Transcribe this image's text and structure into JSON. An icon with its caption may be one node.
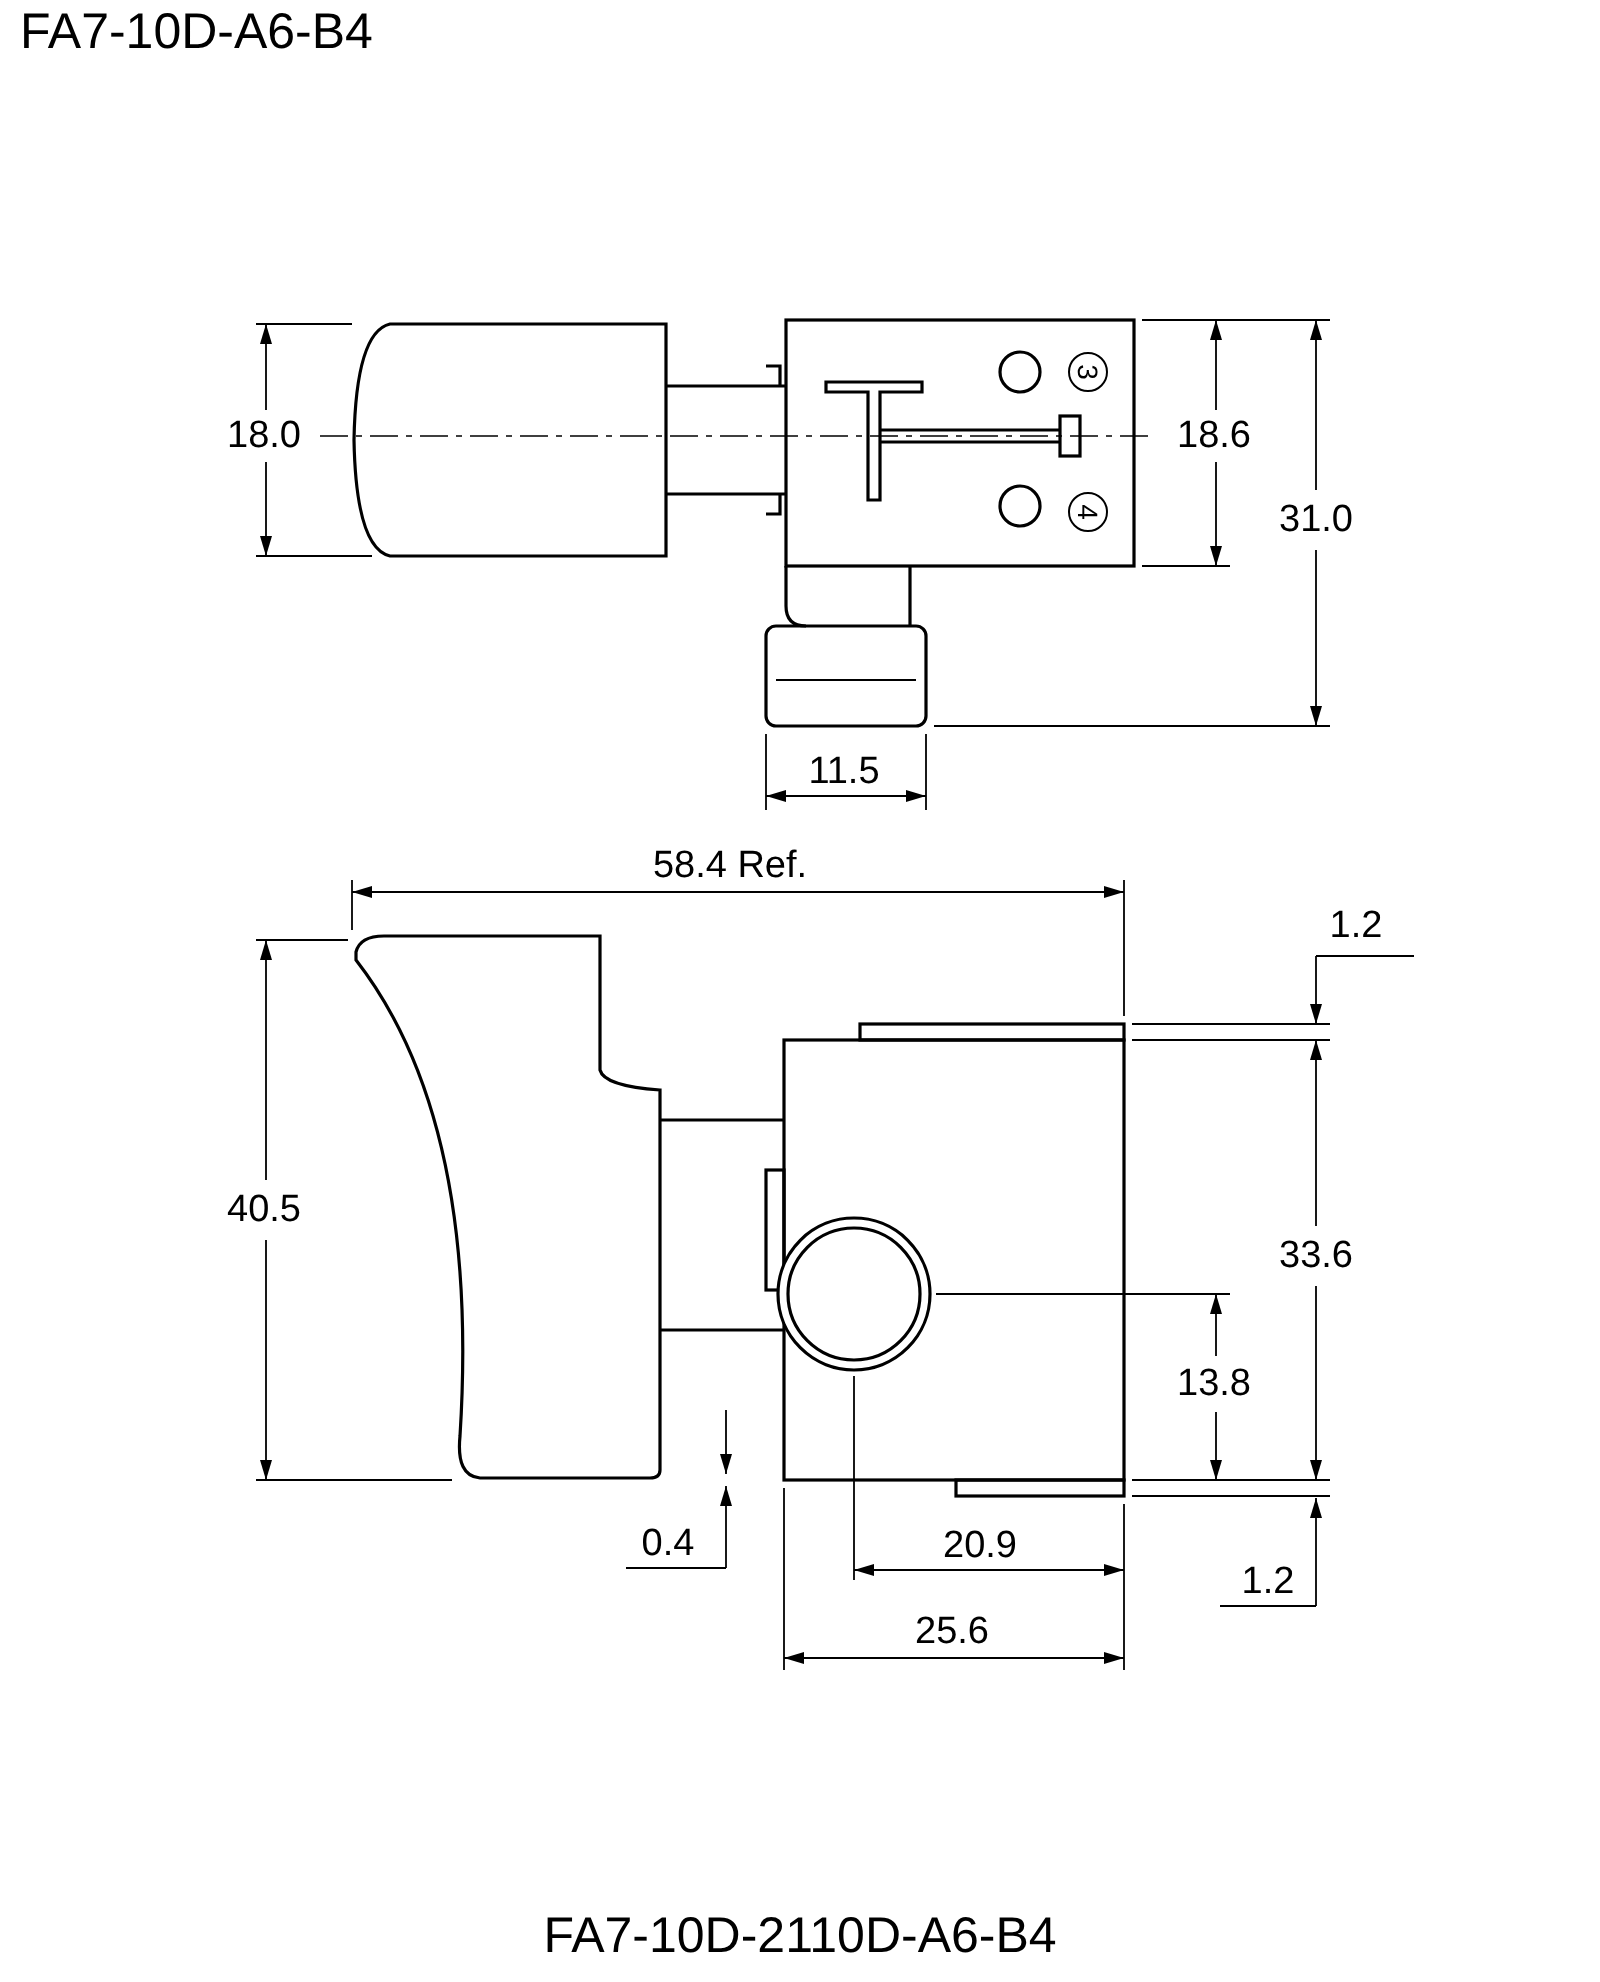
{
  "diagram": {
    "title": "FA7-10D-A6-B4",
    "caption": "FA7-10D-2110D-A6-B4",
    "labels": [
      "3",
      "18.0",
      "18.6",
      "4",
      "31.0",
      "11.5",
      "58.4 Ref.",
      "1.2",
      "40.5",
      "33.6",
      "13.8",
      "0.4",
      "20.9",
      "1.2",
      "25.6"
    ]
  }
}
